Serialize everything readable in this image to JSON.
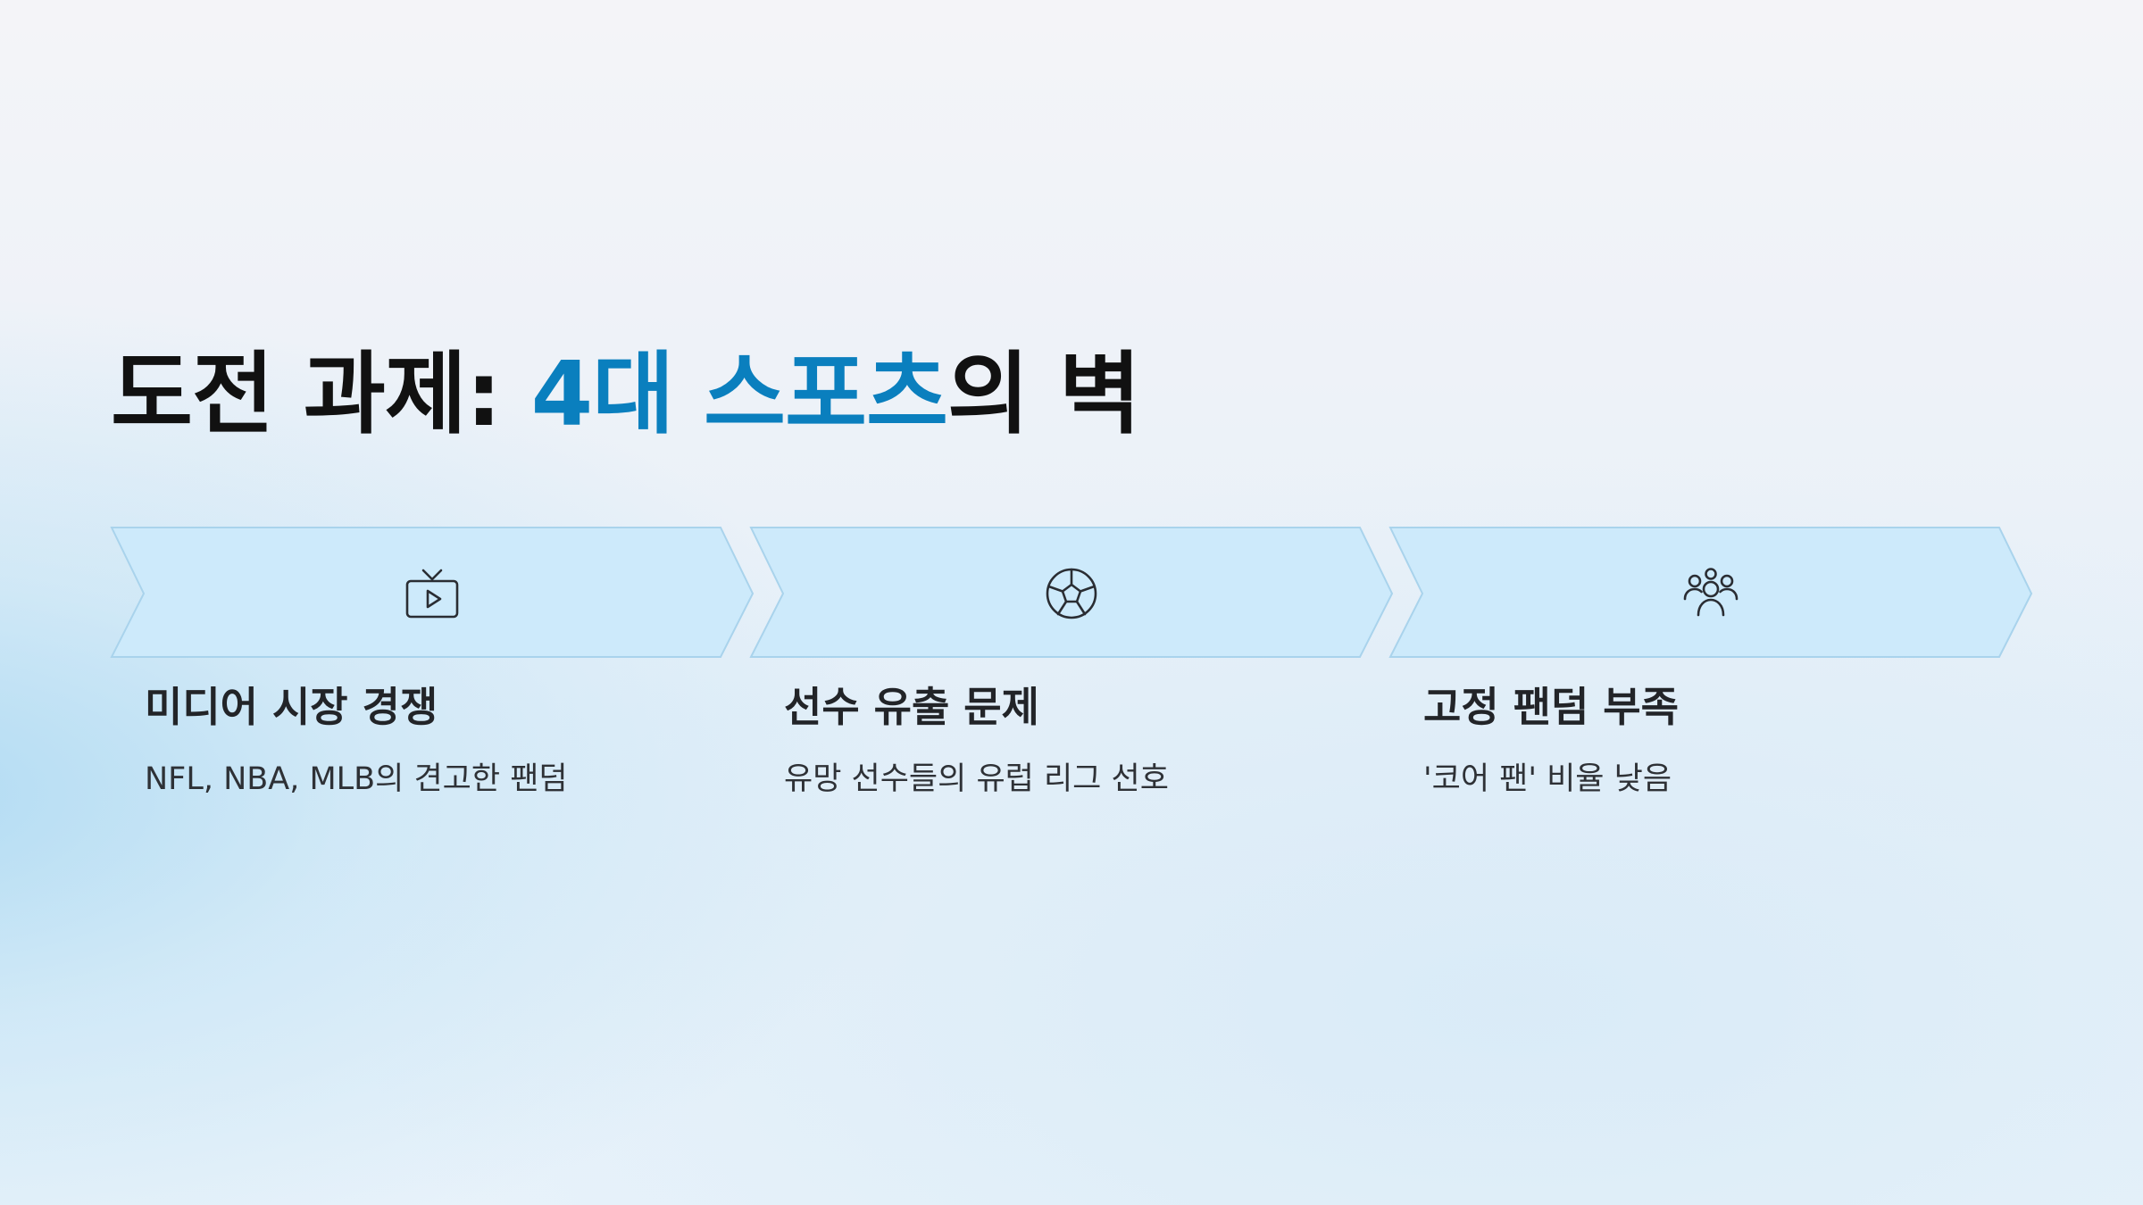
{
  "slide": {
    "title": {
      "prefix": "도전 과제: ",
      "accent": "4대 스포츠",
      "suffix": "의 벽"
    },
    "colors": {
      "accent": "#0a7fbe",
      "chevron_fill": "#cdeafb",
      "chevron_stroke": "#a9d3ec",
      "icon_stroke": "#2a2d33"
    },
    "steps": [
      {
        "icon": "tv-play-icon",
        "title": "미디어 시장 경쟁",
        "description": "NFL, NBA, MLB의 견고한 팬덤"
      },
      {
        "icon": "soccer-ball-icon",
        "title": "선수 유출 문제",
        "description": "유망 선수들의 유럽 리그 선호"
      },
      {
        "icon": "users-group-icon",
        "title": "고정 팬덤 부족",
        "description": "'코어 팬' 비율 낮음"
      }
    ]
  }
}
